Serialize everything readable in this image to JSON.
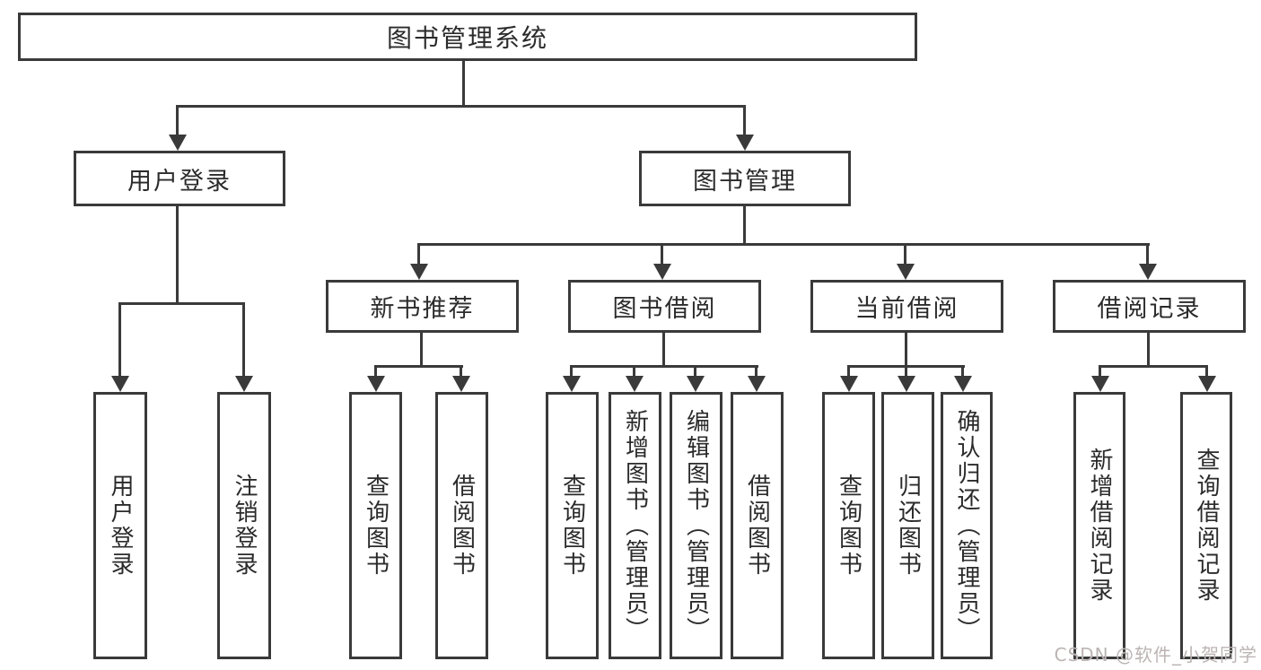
{
  "diagram": {
    "root": {
      "label": "图书管理系统"
    },
    "branches": [
      {
        "label": "用户登录",
        "children": [
          {
            "label": "用户登录"
          },
          {
            "label": "注销登录"
          }
        ]
      },
      {
        "label": "图书管理",
        "groups": [
          {
            "label": "新书推荐",
            "children": [
              {
                "label": "查询图书"
              },
              {
                "label": "借阅图书"
              }
            ]
          },
          {
            "label": "图书借阅",
            "children": [
              {
                "label": "查询图书"
              },
              {
                "label": "新增图书（管理员）"
              },
              {
                "label": "编辑图书（管理员）"
              },
              {
                "label": "借阅图书"
              }
            ]
          },
          {
            "label": "当前借阅",
            "children": [
              {
                "label": "查询图书"
              },
              {
                "label": "归还图书"
              },
              {
                "label": "确认归还（管理员）"
              }
            ]
          },
          {
            "label": "借阅记录",
            "children": [
              {
                "label": "新增借阅记录"
              },
              {
                "label": "查询借阅记录"
              }
            ]
          }
        ]
      }
    ]
  },
  "watermark": {
    "text": "CSDN @软件_小贺同学"
  },
  "colors": {
    "line": "#3a3a3a",
    "text": "#2b2b2b",
    "background": "#ffffff",
    "watermark": "#bcb4b4"
  }
}
